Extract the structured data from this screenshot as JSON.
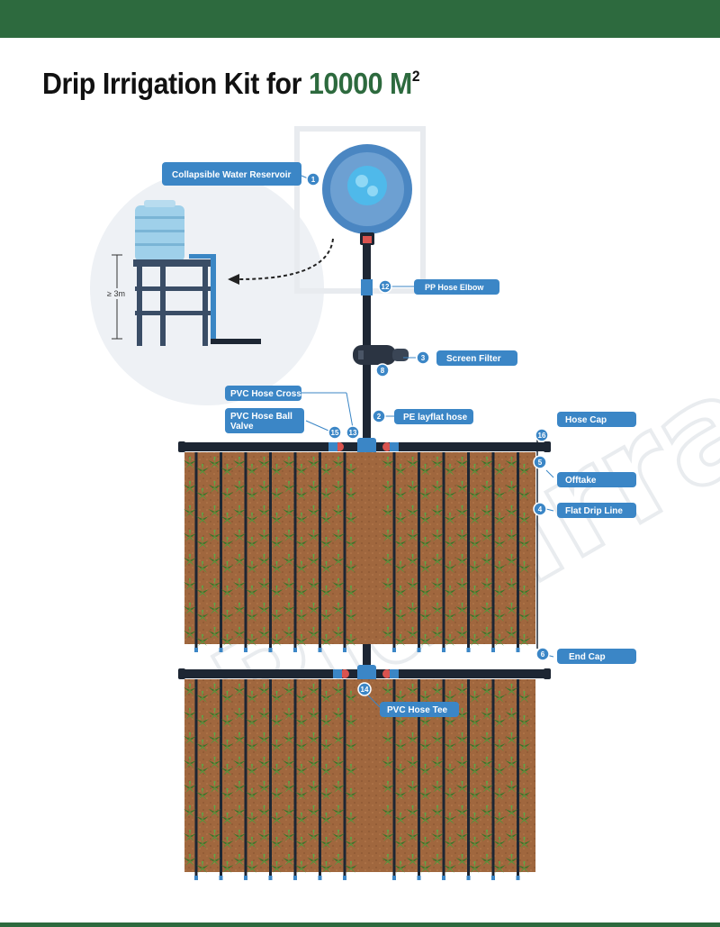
{
  "title": {
    "prefix": "Drip Irrigation Kit for ",
    "highlight": "10000 M",
    "superscript": "2"
  },
  "colors": {
    "brand_green": "#2d6a3e",
    "label_blue": "#3b86c6",
    "pipe_dark": "#1d2633",
    "soil": "#a0673e",
    "plant": "#3f8a34"
  },
  "watermark": "PlusIrrain",
  "height_label": "≥ 3m",
  "components": [
    {
      "number": "1",
      "label": "Collapsible Water Reservoir"
    },
    {
      "number": "12",
      "label": "PP Hose Elbow"
    },
    {
      "number": "3",
      "label": "Screen Filter"
    },
    {
      "number": "8",
      "label": ""
    },
    {
      "number": "13",
      "label": "PVC Hose Cross"
    },
    {
      "number": "2",
      "label": "PE layflat hose"
    },
    {
      "number": "15",
      "label": "PVC Hose Ball Valve"
    },
    {
      "number": "16",
      "label": "Hose Cap"
    },
    {
      "number": "5",
      "label": "Offtake"
    },
    {
      "number": "4",
      "label": "Flat Drip Line"
    },
    {
      "number": "6",
      "label": "End Cap"
    },
    {
      "number": "14",
      "label": "PVC Hose Tee"
    }
  ]
}
